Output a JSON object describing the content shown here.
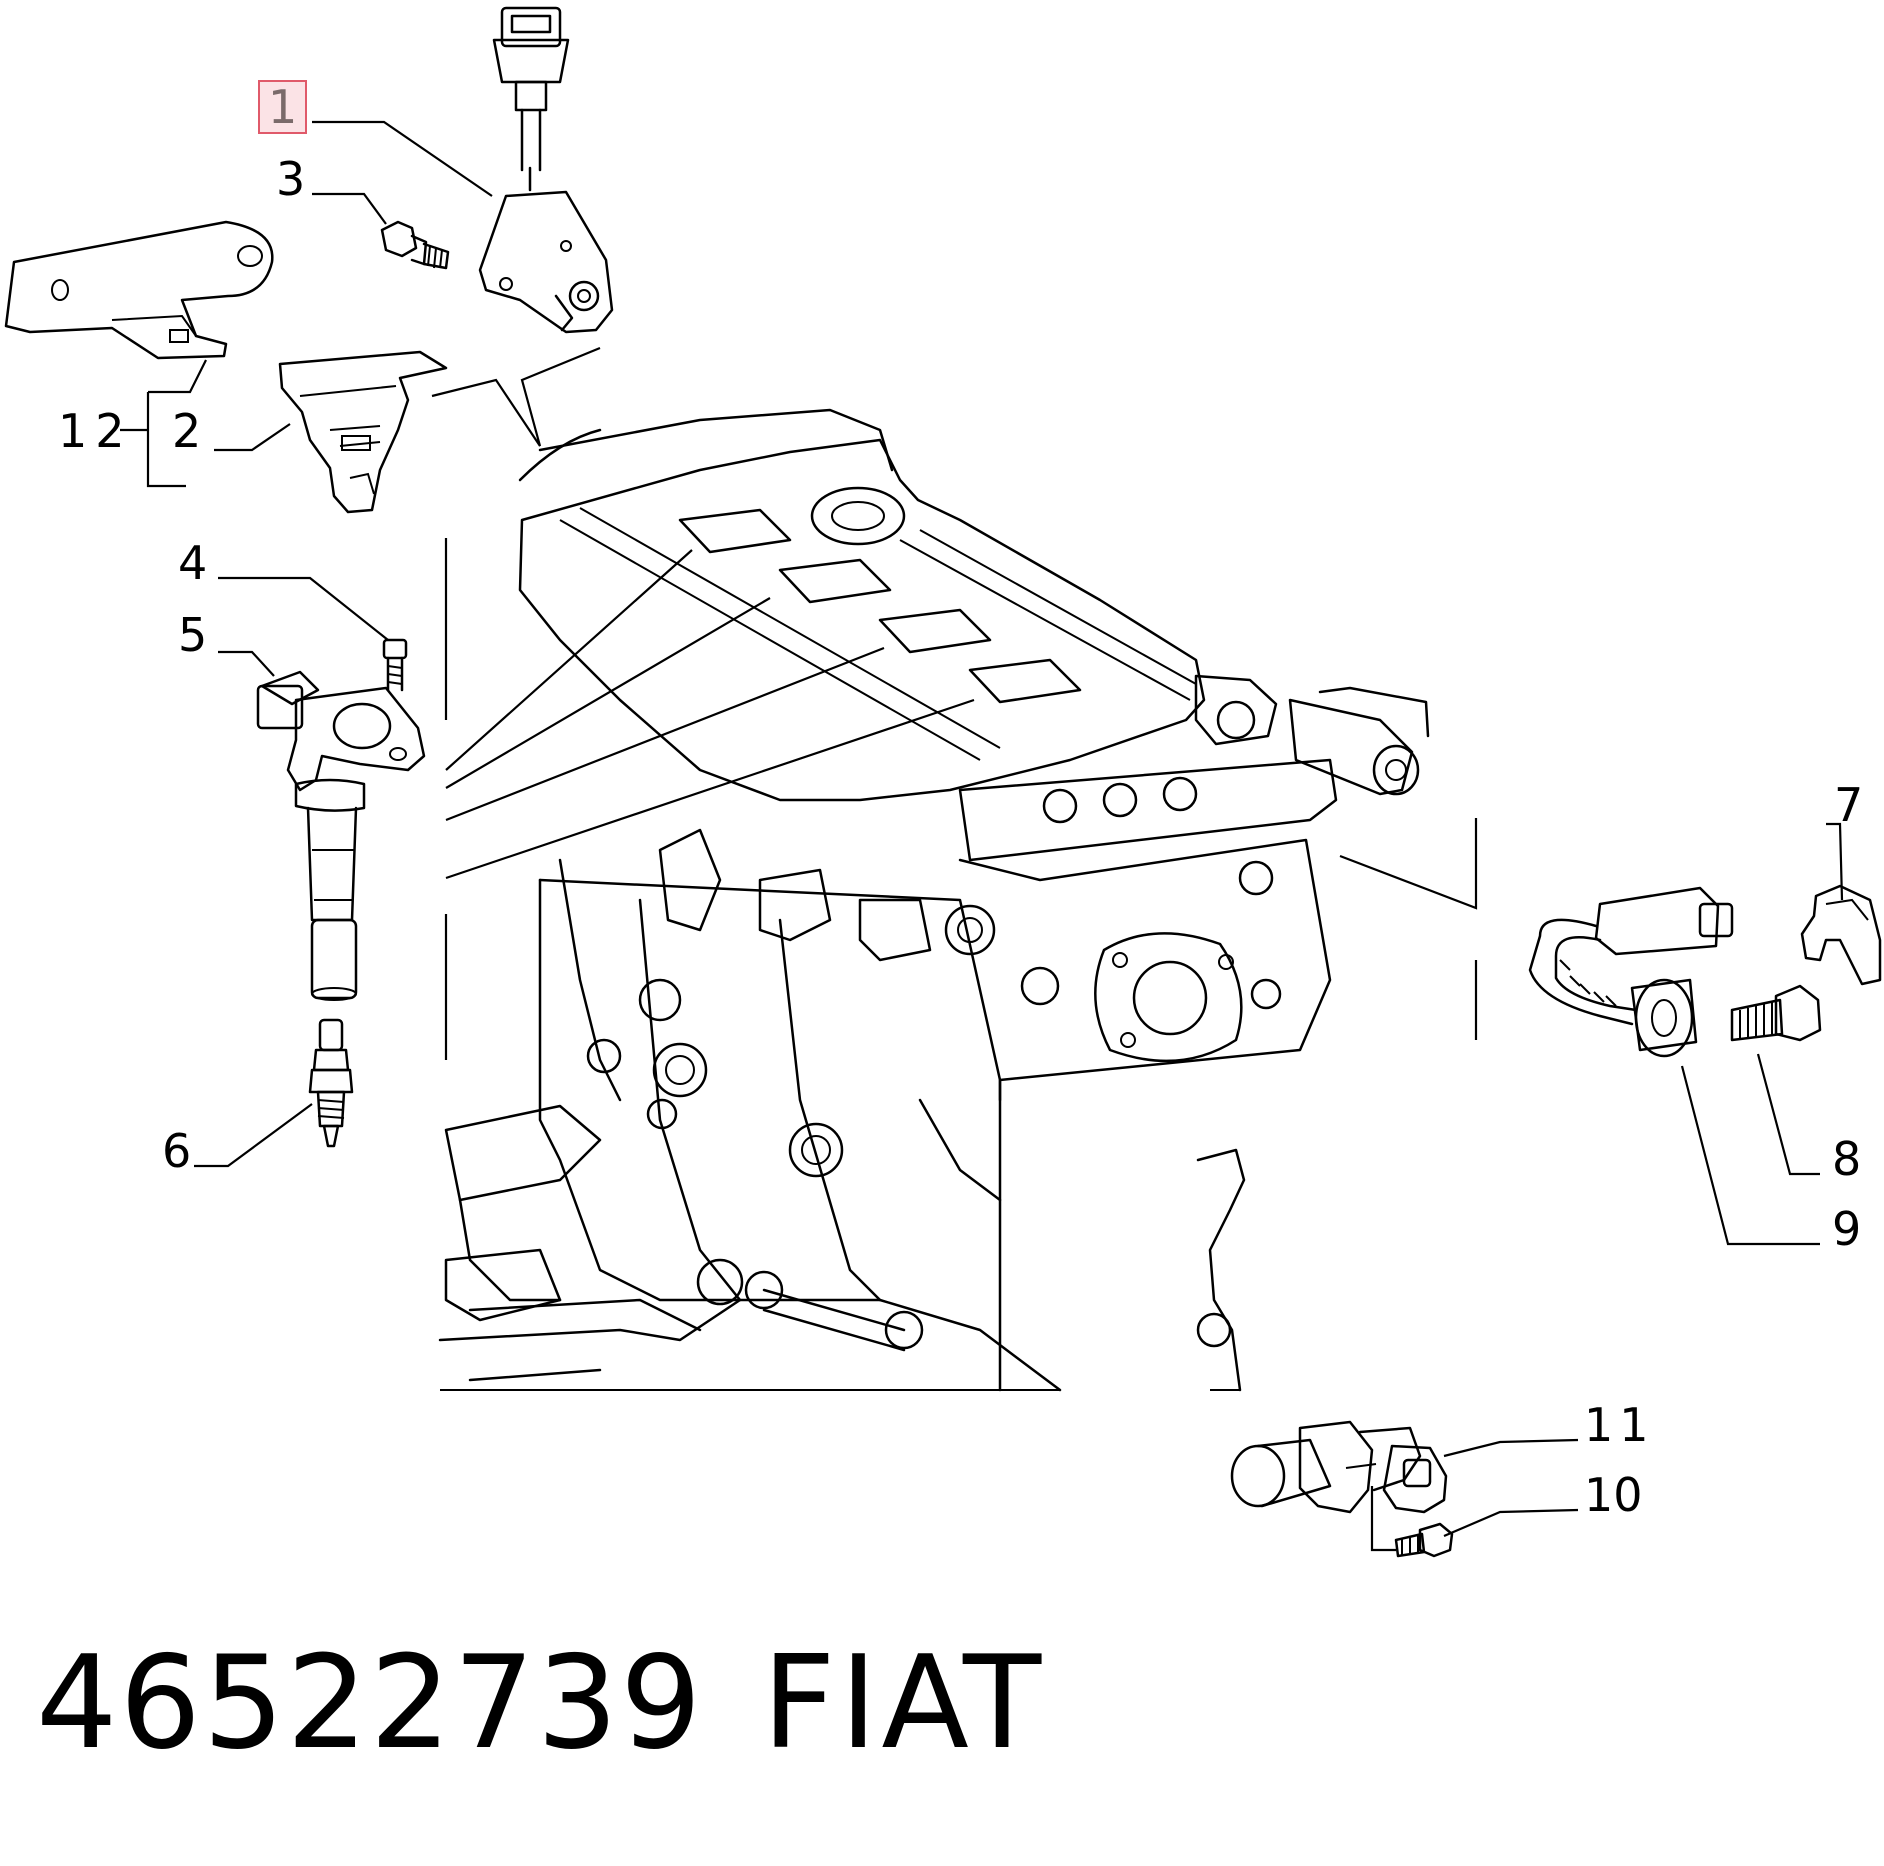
{
  "callouts": [
    {
      "num": "1",
      "highlighted": true
    },
    {
      "num": "2",
      "highlighted": false
    },
    {
      "num": "3",
      "highlighted": false
    },
    {
      "num": "4",
      "highlighted": false
    },
    {
      "num": "5",
      "highlighted": false
    },
    {
      "num": "6",
      "highlighted": false
    },
    {
      "num": "7",
      "highlighted": false
    },
    {
      "num": "8",
      "highlighted": false
    },
    {
      "num": "9",
      "highlighted": false
    },
    {
      "num": "10",
      "highlighted": false
    },
    {
      "num": "11",
      "highlighted": false
    },
    {
      "num": "12",
      "highlighted": false
    }
  ],
  "footer": {
    "part_number": "46522739",
    "brand": "FIAT"
  },
  "colors": {
    "ink": "#000000",
    "highlight_border": "#e05a6a",
    "highlight_fill": "#fbe3e6"
  }
}
